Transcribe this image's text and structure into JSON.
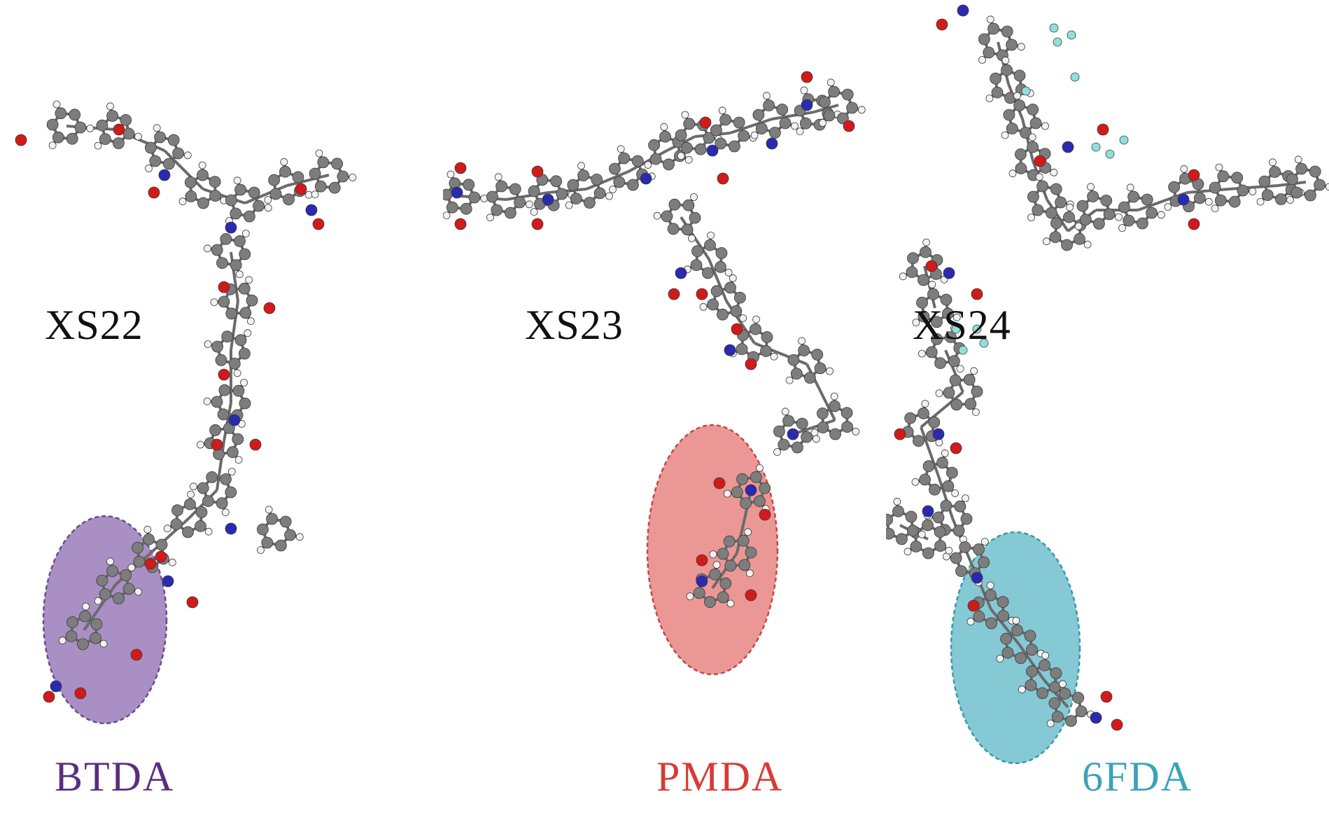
{
  "panels": [
    {
      "structure_label": "XS22",
      "group_label": "BTDA",
      "group_color": "#5b2d7f",
      "highlight_fill": "#9a7bb8",
      "highlight_stroke": "#6a4c8c"
    },
    {
      "structure_label": "XS23",
      "group_label": "PMDA",
      "group_color": "#d93a36",
      "highlight_fill": "#e88583",
      "highlight_stroke": "#c24844"
    },
    {
      "structure_label": "XS24",
      "group_label": "6FDA",
      "group_color": "#3ba3b8",
      "highlight_fill": "#6fc0cd",
      "highlight_stroke": "#3a98aa"
    }
  ],
  "atom_colors": {
    "carbon": "#7d7d7d",
    "hydrogen": "#f2f2f2",
    "oxygen": "#d21a1a",
    "nitrogen": "#2a2ab0",
    "fluorine": "#8fe0d8",
    "bond": "#6b6b6b"
  }
}
